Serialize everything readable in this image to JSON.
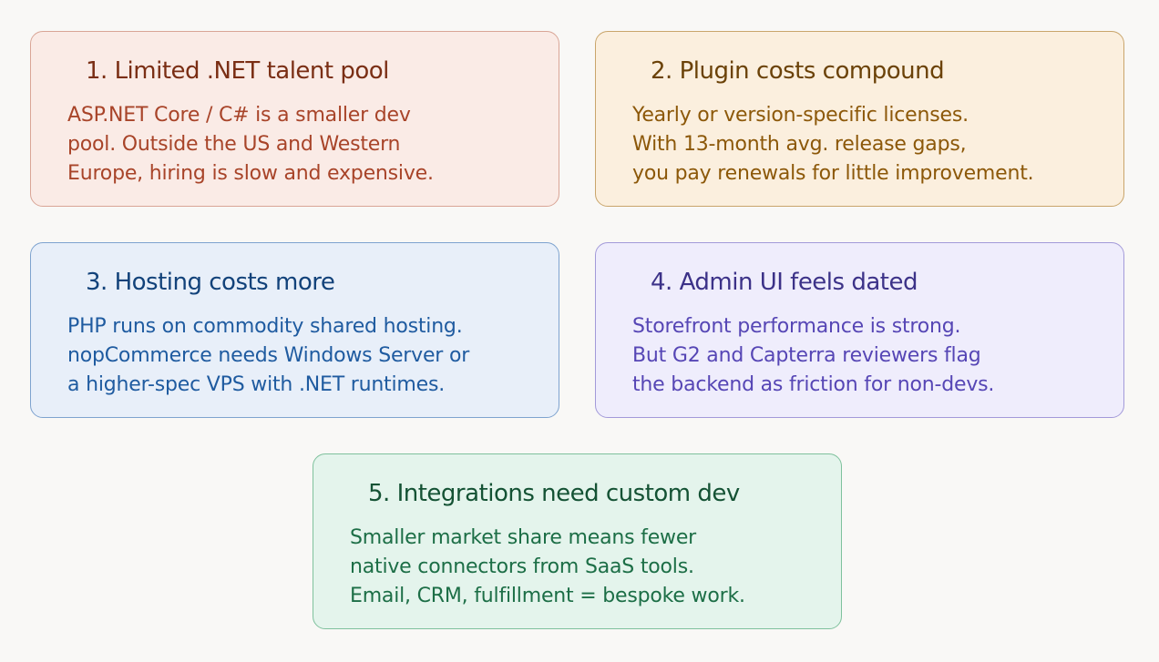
{
  "cards": [
    {
      "title": "1. Limited .NET talent pool",
      "lines": [
        "ASP.NET Core / C# is a smaller dev",
        "pool. Outside the US and Western",
        "Europe, hiring is slow and expensive."
      ],
      "accent": "#a84429",
      "background": "#faebe6"
    },
    {
      "title": "2. Plugin costs compound",
      "lines": [
        "Yearly or version-specific licenses.",
        "With 13-month avg. release gaps,",
        "you pay renewals for little improvement."
      ],
      "accent": "#8c5809",
      "background": "#fbefde"
    },
    {
      "title": "3. Hosting costs more",
      "lines": [
        "PHP runs on commodity shared hosting.",
        "nopCommerce needs Windows Server or",
        "a higher-spec VPS with .NET runtimes."
      ],
      "accent": "#1f5ba0",
      "background": "#e8eff9"
    },
    {
      "title": "4. Admin UI feels dated",
      "lines": [
        "Storefront performance is strong.",
        "But G2 and Capterra reviewers flag",
        "the backend as friction for non-devs."
      ],
      "accent": "#5646b5",
      "background": "#efedfc"
    },
    {
      "title": "5. Integrations need custom dev",
      "lines": [
        "Smaller market share means fewer",
        "native connectors from SaaS tools.",
        "Email, CRM, fulfillment = bespoke work."
      ],
      "accent": "#1c6e46",
      "background": "#e4f4ec"
    }
  ]
}
